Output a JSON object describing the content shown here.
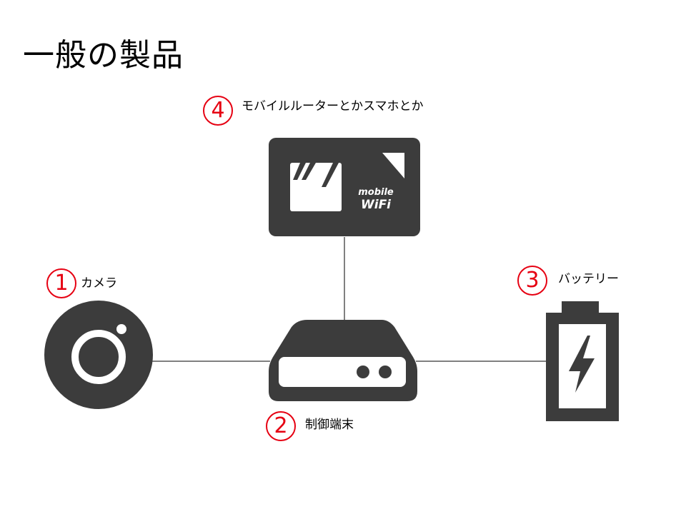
{
  "title": "一般の製品",
  "items": [
    {
      "number": "1",
      "label": "カメラ"
    },
    {
      "number": "2",
      "label": "制御端末"
    },
    {
      "number": "3",
      "label": "バッテリー"
    },
    {
      "number": "4",
      "label": "モバイルルーターとかスマホとか"
    }
  ],
  "wifi_device": {
    "line1": "mobile",
    "line2": "WiFi"
  },
  "colors": {
    "icon": "#3c3c3c",
    "number": "#e60012",
    "line": "#000000"
  },
  "icons": [
    "camera-icon",
    "control-terminal-icon",
    "battery-icon",
    "mobile-wifi-icon"
  ]
}
